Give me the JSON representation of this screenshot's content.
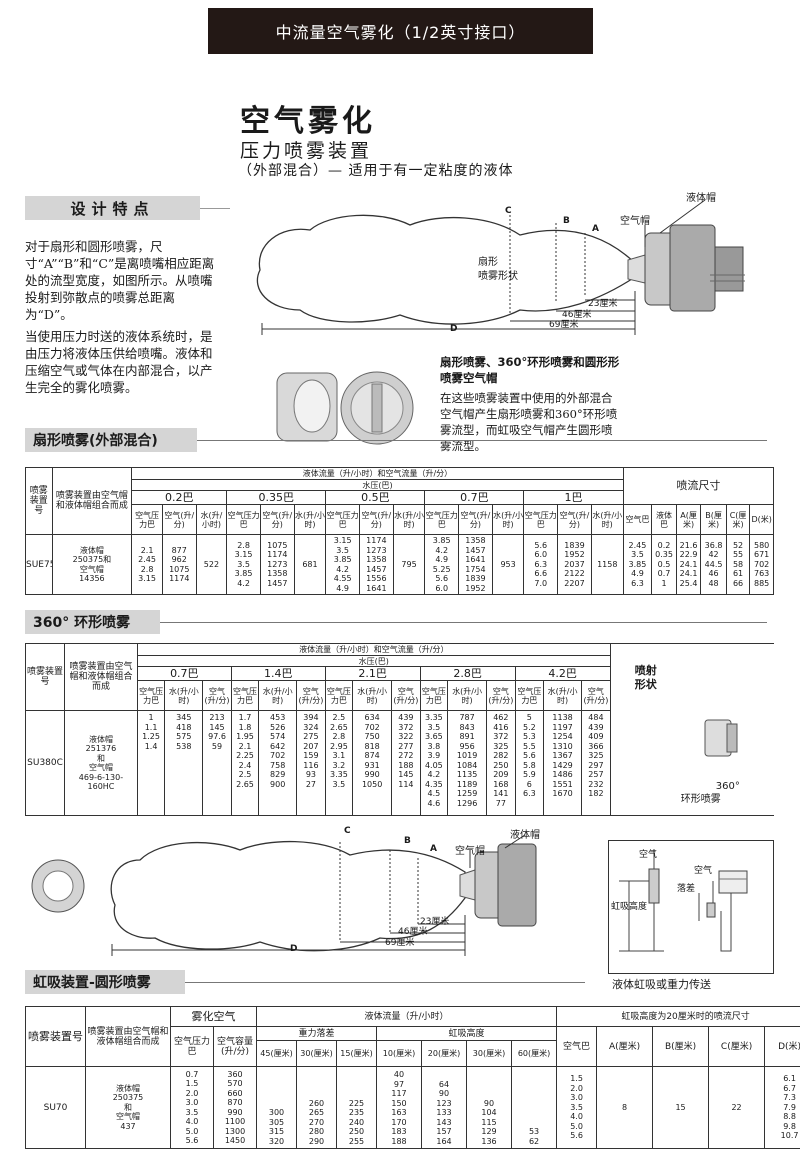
{
  "header": "中流量空气雾化（1/2英寸接口）",
  "title": "空气雾化",
  "subtitle": "压力喷雾装置",
  "subnote": "（外部混合）— 适用于有一定粘度的液体",
  "features": {
    "title": "设计特点",
    "p1": "对于扇形和圆形喷雾，尺寸“A”“B”和“C”是离喷嘴相应距离处的流型宽度，如图所示。从喷嘴投射到弥散点的喷雾总距离为“D”。",
    "p2": "当使用压力时送的液体系统时，是由压力将液体压供给喷嘴。液体和压缩空气或气体在内部混合，以产生完全的雾化喷雾。"
  },
  "diagram1": {
    "fluid_cap": "液体帽",
    "air_cap": "空气帽",
    "spray_label": "扇形",
    "spray_label2": "喷雾形状",
    "A": "A",
    "B": "B",
    "C": "C",
    "D": "D",
    "d23": "23厘米",
    "d46": "46厘米",
    "d69": "69厘米"
  },
  "caption_bold": "扇形喷雾、360°环形喷雾和圆形形喷雾空气帽",
  "caption_text": "在这些喷雾装置中使用的外部混合空气帽产生扇形喷雾和360°环形喷雾流型，而虹吸空气帽产生圆形喷雾流型。",
  "sec1": {
    "title": "扇形喷雾(外部混合)",
    "h_device": "喷雾装置号",
    "h_assembly": "喷雾装置由空气帽和液体帽组合而成",
    "h_flow": "液体流量（升/小时）和空气流量（升/分）",
    "h_pressure": "水压(巴)",
    "h_dims": "喷流尺寸",
    "pressures": [
      "0.2巴",
      "0.35巴",
      "0.5巴",
      "0.7巴",
      "1巴"
    ],
    "h_air": "空气压力巴",
    "h_airflow": "空气(升/分)",
    "h_water": "水(升/小时)",
    "h_air2": "空气巴",
    "h_liq": "液体巴",
    "h_A": "A(厘米)",
    "h_B": "B(厘米)",
    "h_C": "C(厘米)",
    "h_D": "D(米)",
    "device": "SUE75",
    "assembly": "液体帽\n250375和\n空气帽\n14356",
    "cols": [
      "2.1\n2.45\n2.8\n3.15",
      "877\n962\n1075\n1174",
      "522",
      "2.8\n3.15\n3.5\n3.85\n4.2",
      "1075\n1174\n1273\n1358\n1457",
      "681",
      "3.15\n3.5\n3.85\n4.2\n4.55\n4.9",
      "1174\n1273\n1358\n1457\n1556\n1641",
      "795",
      "3.85\n4.2\n4.9\n5.25\n5.6\n6.0",
      "1358\n1457\n1641\n1754\n1839\n1952",
      "953",
      "5.6\n6.0\n6.3\n6.6\n7.0",
      "1839\n1952\n2037\n2122\n2207",
      "1158",
      "2.45\n3.5\n3.85\n4.9\n6.3",
      "0.2\n0.35\n0.5\n0.7\n1",
      "21.6\n22.9\n24.1\n24.1\n25.4",
      "36.8\n42\n44.5\n46\n48",
      "52\n55\n58\n61\n66",
      "580\n671\n702\n763\n885"
    ]
  },
  "sec2": {
    "title": "360° 环形喷雾",
    "h_device": "喷雾装置号",
    "h_assembly": "喷雾装置由空气帽和液体帽组合而成",
    "h_flow": "液体流量（升/小时）和空气流量（升/分）",
    "h_pressure": "水压(巴)",
    "h_shape": "喷射形状",
    "pressures": [
      "0.7巴",
      "1.4巴",
      "2.1巴",
      "2.8巴",
      "4.2巴"
    ],
    "h_air": "空气压力巴",
    "h_water": "水(升/小时)",
    "h_airflow": "空气(升/分)",
    "device": "SU380C",
    "assembly": "液体帽\n251376\n和\n空气帽\n469-6-130-\n160HC",
    "cols": [
      "1\n1.1\n1.25\n1.4",
      "345\n418\n575\n538",
      "213\n145\n97.6\n59",
      "1.7\n1.8\n1.95\n2.1\n2.25\n2.4\n2.5\n2.65",
      "453\n526\n574\n642\n702\n758\n829\n900",
      "394\n324\n275\n207\n159\n116\n93\n27",
      "2.5\n2.65\n2.8\n2.95\n3.1\n3.2\n3.35\n3.5",
      "634\n702\n750\n818\n874\n931\n990\n1050",
      "439\n372\n322\n277\n272\n188\n145\n114",
      "3.35\n3.5\n3.65\n3.8\n3.9\n4.05\n4.2\n4.35\n4.5\n4.6",
      "787\n843\n891\n956\n1019\n1084\n1135\n1189\n1259\n1296",
      "462\n416\n372\n325\n282\n250\n209\n168\n141\n77",
      "5\n5.2\n5.3\n5.5\n5.6\n5.8\n5.9\n6\n6.3",
      "1138\n1197\n1254\n1310\n1367\n1429\n1486\n1551\n1670",
      "484\n439\n409\n366\n325\n297\n257\n232\n182"
    ],
    "shape_label1": "360°",
    "shape_label2": "环形喷雾"
  },
  "diagram2": {
    "fluid_cap": "液体帽",
    "air_cap": "空气帽",
    "A": "A",
    "B": "B",
    "C": "C",
    "D": "D",
    "d23": "23厘米",
    "d46": "46厘米",
    "d69": "69厘米"
  },
  "siphon": {
    "air": "空气",
    "drop": "落差",
    "height": "虹吸高度",
    "caption": "液体虹吸或重力传送"
  },
  "sec3": {
    "title": "虹吸装置-圆形喷雾",
    "h_device": "喷雾装置号",
    "h_assembly": "喷雾装置由空气帽和液体帽组合而成",
    "h_atom": "雾化空气",
    "h_flow": "液体流量（升/小时）",
    "h_dims": "虹吸高度为20厘米时的喷流尺寸",
    "h_airp": "空气压力巴",
    "h_airv": "空气容量(升/分)",
    "h_gravity": "重力落差",
    "h_siphon": "虹吸高度",
    "g": [
      "45(厘米)",
      "30(厘米)",
      "15(厘米)"
    ],
    "s": [
      "10(厘米)",
      "20(厘米)",
      "30(厘米)",
      "60(厘米)"
    ],
    "h_air2": "空气巴",
    "h_A": "A(厘米)",
    "h_B": "B(厘米)",
    "h_C": "C(厘米)",
    "h_D": "D(米)",
    "device": "SU70",
    "assembly": "液体帽\n250375\n和\n空气帽\n437",
    "cols": [
      "0.7\n1.5\n2.0\n3.0\n3.5\n4.0\n5.0\n5.6",
      "360\n570\n660\n870\n990\n1100\n1300\n1450",
      "300\n305\n315\n320",
      "260\n265\n270\n280\n290",
      "225\n235\n240\n250\n255",
      "40\n97\n117\n150\n163\n170\n183\n188",
      "64\n90\n123\n133\n143\n157\n164",
      "90\n104\n115\n129\n136",
      "53\n62",
      "1.5\n2.0\n3.0\n3.5\n4.0\n5.0\n5.6",
      "8",
      "15",
      "22",
      "6.1\n6.7\n7.3\n7.9\n8.8\n9.8\n10.7"
    ]
  }
}
